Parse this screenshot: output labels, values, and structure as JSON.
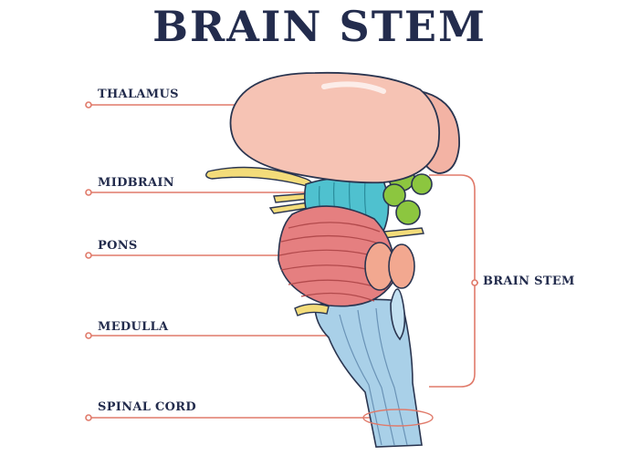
{
  "title": "BRAIN STEM",
  "labels": {
    "thalamus": "THALAMUS",
    "midbrain": "MIDBRAIN",
    "pons": "PONS",
    "medulla": "MEDULLA",
    "spinal_cord": "SPINAL CORD",
    "brain_stem": "BRAIN STEM"
  },
  "colors": {
    "title": "#232c4d",
    "leader_line": "#e07a6a",
    "thalamus": "#f6c3b4",
    "midbrain": "#4fc1cf",
    "pons": "#e57f80",
    "medulla": "#a9d0e8",
    "cerebellum_nuclei": "#8cc63f",
    "nerves": "#f3dc7a"
  }
}
